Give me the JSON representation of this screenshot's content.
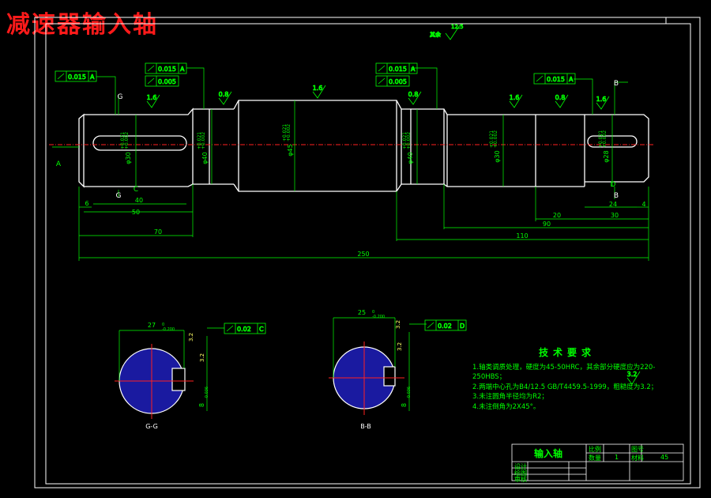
{
  "title": "减速器输入轴",
  "colors": {
    "outline": "#ffffff",
    "dim": "#00ff00",
    "center": "#ff2020",
    "hatch": "#1a1aa0",
    "background": "#000000"
  },
  "surface_default": {
    "prefix": "其余",
    "value": "12.5"
  },
  "roughness": [
    "1.6",
    "0.8",
    "1.6",
    "0.8",
    "1.6",
    "0.8",
    "1.6",
    "3.2"
  ],
  "tolerance_frames": [
    {
      "value": "0.015",
      "datum": "A"
    },
    {
      "value": "0.015",
      "datum": "A"
    },
    {
      "value": "0.005",
      "datum": ""
    },
    {
      "value": "0.015",
      "datum": "A"
    },
    {
      "value": "0.005",
      "datum": ""
    },
    {
      "value": "0.015",
      "datum": "A"
    },
    {
      "value": "0.02",
      "datum": "C"
    },
    {
      "value": "0.02",
      "datum": "D"
    }
  ],
  "datum_labels": [
    "A",
    "C",
    "D",
    "G",
    "G",
    "B",
    "B"
  ],
  "diameters": [
    "φ30",
    "φ40",
    "φ45",
    "φ40",
    "φ30",
    "φ28"
  ],
  "diameter_tols": [
    "+0.021\n+0.002",
    "+0.021\n+0.002",
    "+0.021\n+0.002",
    "+0.021\n+0.002",
    "+0.021\n+0.002",
    "+0.021\n+0.002"
  ],
  "length_dims": [
    "6",
    "40",
    "50",
    "70",
    "250",
    "110",
    "90",
    "20",
    "30",
    "24",
    "4"
  ],
  "section_dims": {
    "gg_width": "27",
    "gg_tol": "0\n-0.200",
    "gg_depth": "8",
    "gg_depth_tol": "0\n-0.036",
    "bb_width": "25",
    "bb_tol": "0\n-0.200",
    "bb_depth": "8",
    "bb_depth_tol": "0\n-0.036",
    "roughness": [
      "3.2",
      "3.2",
      "3.2",
      "3.2"
    ]
  },
  "section_labels": [
    "G-G",
    "B-B"
  ],
  "tech": {
    "heading": "技术要求",
    "items": [
      "1.轴类调质处理，硬度为45-50HRC，其余部分硬度应为220-250HBS；",
      "2.两端中心孔为B4/12.5 GB/T4459.5-1999，粗糙度为3.2；",
      "3.未注圆角半径均为R2；",
      "4.未注倒角为2X45°。"
    ]
  },
  "title_block": {
    "part": "输入轴",
    "scale_label": "比例",
    "qty_label": "数量",
    "scale": "",
    "qty": "1",
    "drawing_no_label": "图号",
    "material_label": "材料",
    "material": "45",
    "designer": "设计",
    "drafter": "绘图",
    "reviewer": "审核"
  }
}
